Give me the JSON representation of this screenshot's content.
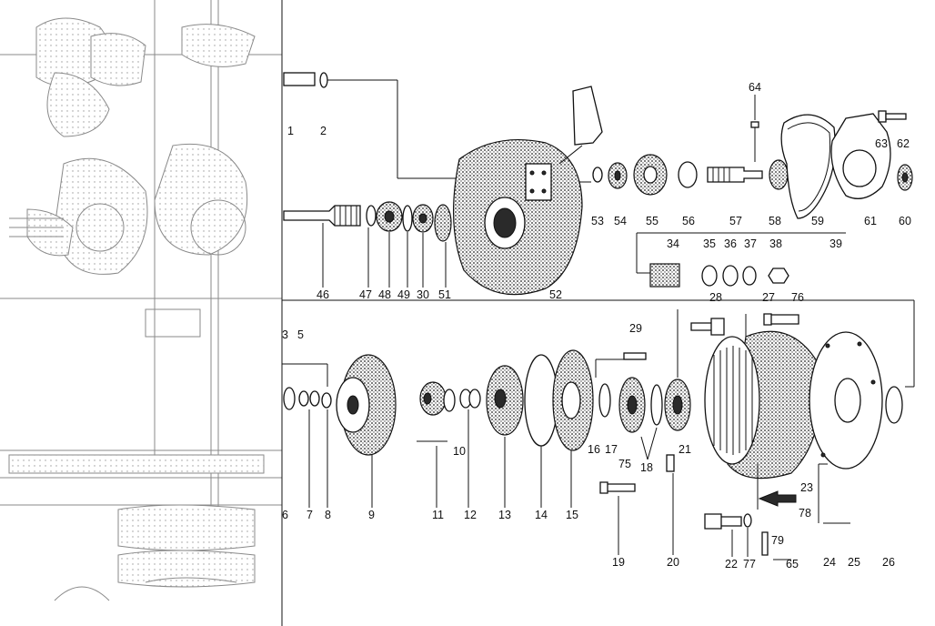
{
  "diagram": {
    "labels": [
      {
        "id": "1",
        "text": "1"
      },
      {
        "id": "2",
        "text": "2"
      },
      {
        "id": "3",
        "text": "3"
      },
      {
        "id": "5",
        "text": "5"
      },
      {
        "id": "6",
        "text": "6"
      },
      {
        "id": "7",
        "text": "7"
      },
      {
        "id": "8",
        "text": "8"
      },
      {
        "id": "9",
        "text": "9"
      },
      {
        "id": "10",
        "text": "10"
      },
      {
        "id": "11",
        "text": "11"
      },
      {
        "id": "12",
        "text": "12"
      },
      {
        "id": "13",
        "text": "13"
      },
      {
        "id": "14",
        "text": "14"
      },
      {
        "id": "15",
        "text": "15"
      },
      {
        "id": "16",
        "text": "16"
      },
      {
        "id": "17",
        "text": "17"
      },
      {
        "id": "18",
        "text": "18"
      },
      {
        "id": "19",
        "text": "19"
      },
      {
        "id": "20",
        "text": "20"
      },
      {
        "id": "21",
        "text": "21"
      },
      {
        "id": "22",
        "text": "22"
      },
      {
        "id": "23",
        "text": "23"
      },
      {
        "id": "24",
        "text": "24"
      },
      {
        "id": "25",
        "text": "25"
      },
      {
        "id": "26",
        "text": "26"
      },
      {
        "id": "27",
        "text": "27"
      },
      {
        "id": "28",
        "text": "28"
      },
      {
        "id": "29",
        "text": "29"
      },
      {
        "id": "30",
        "text": "30"
      },
      {
        "id": "34",
        "text": "34"
      },
      {
        "id": "35",
        "text": "35"
      },
      {
        "id": "36",
        "text": "36"
      },
      {
        "id": "37",
        "text": "37"
      },
      {
        "id": "38",
        "text": "38"
      },
      {
        "id": "39",
        "text": "39"
      },
      {
        "id": "46",
        "text": "46"
      },
      {
        "id": "47",
        "text": "47"
      },
      {
        "id": "48",
        "text": "48"
      },
      {
        "id": "49",
        "text": "49"
      },
      {
        "id": "51",
        "text": "51"
      },
      {
        "id": "52",
        "text": "52"
      },
      {
        "id": "53",
        "text": "53"
      },
      {
        "id": "54",
        "text": "54"
      },
      {
        "id": "55",
        "text": "55"
      },
      {
        "id": "56",
        "text": "56"
      },
      {
        "id": "57",
        "text": "57"
      },
      {
        "id": "58",
        "text": "58"
      },
      {
        "id": "59",
        "text": "59"
      },
      {
        "id": "60",
        "text": "60"
      },
      {
        "id": "61",
        "text": "61"
      },
      {
        "id": "62",
        "text": "62"
      },
      {
        "id": "63",
        "text": "63"
      },
      {
        "id": "64",
        "text": "64"
      },
      {
        "id": "65",
        "text": "65"
      },
      {
        "id": "75",
        "text": "75"
      },
      {
        "id": "76",
        "text": "76"
      },
      {
        "id": "77",
        "text": "77"
      },
      {
        "id": "78",
        "text": "78"
      },
      {
        "id": "79",
        "text": "79"
      }
    ]
  }
}
